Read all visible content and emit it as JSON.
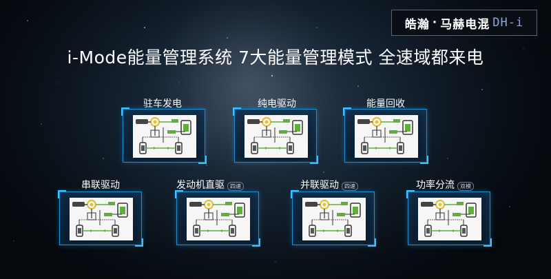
{
  "brand": {
    "logo": "皓瀚",
    "separator": "·",
    "name": "马赫电混",
    "model": "DH-i"
  },
  "title": "i-Mode能量管理系统  7大能量管理模式 全速域都来电",
  "modes": [
    {
      "label": "驻车发电",
      "note": ""
    },
    {
      "label": "纯电驱动",
      "note": ""
    },
    {
      "label": "能量回收",
      "note": ""
    },
    {
      "label": "串联驱动",
      "note": ""
    },
    {
      "label": "发动机直驱",
      "note": "四速"
    },
    {
      "label": "并联驱动",
      "note": "四速"
    },
    {
      "label": "功率分流",
      "note": "双模"
    }
  ],
  "colors": {
    "accent": "#1f8fd6",
    "diagram_engine": "#e0c23a",
    "diagram_flow": "#5fb03a"
  }
}
